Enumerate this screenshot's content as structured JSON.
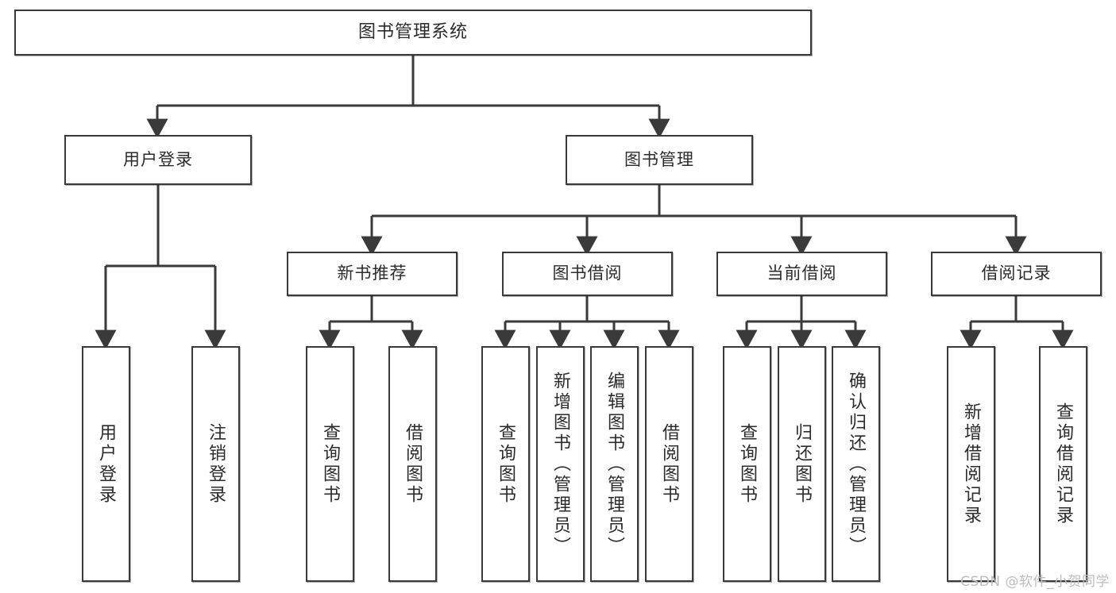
{
  "diagram": {
    "title": "图书管理系统",
    "type": "tree",
    "root": {
      "label": "图书管理系统"
    },
    "level2": [
      {
        "label": "用户登录"
      },
      {
        "label": "图书管理"
      }
    ],
    "level3": [
      {
        "label": "新书推荐",
        "parent": "图书管理"
      },
      {
        "label": "图书借阅",
        "parent": "图书管理"
      },
      {
        "label": "当前借阅",
        "parent": "图书管理"
      },
      {
        "label": "借阅记录",
        "parent": "图书管理"
      }
    ],
    "leaves": {
      "user_login": [
        {
          "label": "用户登录"
        },
        {
          "label": "注销登录"
        }
      ],
      "new_book_recommend": [
        {
          "label": "查询图书"
        },
        {
          "label": "借阅图书"
        }
      ],
      "book_borrow": [
        {
          "label": "查询图书"
        },
        {
          "label": "新增图书（管理员）"
        },
        {
          "label": "编辑图书（管理员）"
        },
        {
          "label": "借阅图书"
        }
      ],
      "current_borrow": [
        {
          "label": "查询图书"
        },
        {
          "label": "归还图书"
        },
        {
          "label": "确认归还（管理员）"
        }
      ],
      "borrow_record": [
        {
          "label": "新增借阅记录"
        },
        {
          "label": "查询借阅记录"
        }
      ]
    },
    "colors": {
      "stroke": "#3a3a3a",
      "fill": "#ffffff",
      "text": "#2b2b2b",
      "watermark": "#bdbdbd"
    }
  },
  "watermark": {
    "text": "CSDN @软件_小贺同学"
  }
}
